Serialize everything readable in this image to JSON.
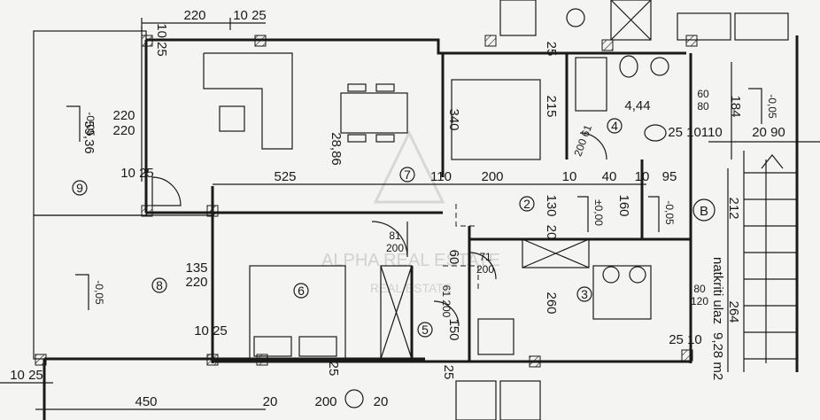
{
  "watermark": {
    "line1": "ALPHA REAL ESTATE",
    "line2": "REAL ESTATE"
  },
  "rooms": [
    {
      "id": "9",
      "area": "59,36",
      "opening": "220\n220"
    },
    {
      "id": "7",
      "area": "28,86"
    },
    {
      "id": "4",
      "area": "4,44"
    },
    {
      "id": "8",
      "opening": "135\n220"
    },
    {
      "id": "6"
    },
    {
      "id": "5"
    },
    {
      "id": "3"
    },
    {
      "id": "2"
    }
  ],
  "markers": {
    "entrance": "B",
    "level_a": "-0,05",
    "level_b": "±0,00"
  },
  "covered_entry": {
    "line1": "natkriti ulaz",
    "line2": "9,28 m2"
  },
  "dimensions": {
    "top_220": "220",
    "top_1025": "10 25",
    "left_1025": "10 25",
    "room7_width": "525",
    "kitchen_340": "340",
    "hall_215": "215",
    "d110": "110",
    "d200": "200",
    "d10a": "10",
    "d130": "130",
    "d20": "20",
    "d40": "40",
    "d10b": "10",
    "d95": "95",
    "d160": "160",
    "bath_60_80": "60\n80",
    "d184": "184",
    "d25_10_110": "25 10110",
    "d20_90": "20 90",
    "door_81_200": "81\n200",
    "d60": "60",
    "door_71_200": "71\n200",
    "door_61_200": "61\n200",
    "d150": "150",
    "d260": "260",
    "win_80_120": "80\n120",
    "d2510": "25 10",
    "d212": "212",
    "d264": "264",
    "d450": "450",
    "bottom_20a": "20",
    "bottom_200": "200",
    "bottom_20b": "20",
    "left_bottom_1025": "10 25",
    "d25a": "25",
    "d25b": "25",
    "d25c": "25",
    "bath4_door": "200\n61"
  }
}
